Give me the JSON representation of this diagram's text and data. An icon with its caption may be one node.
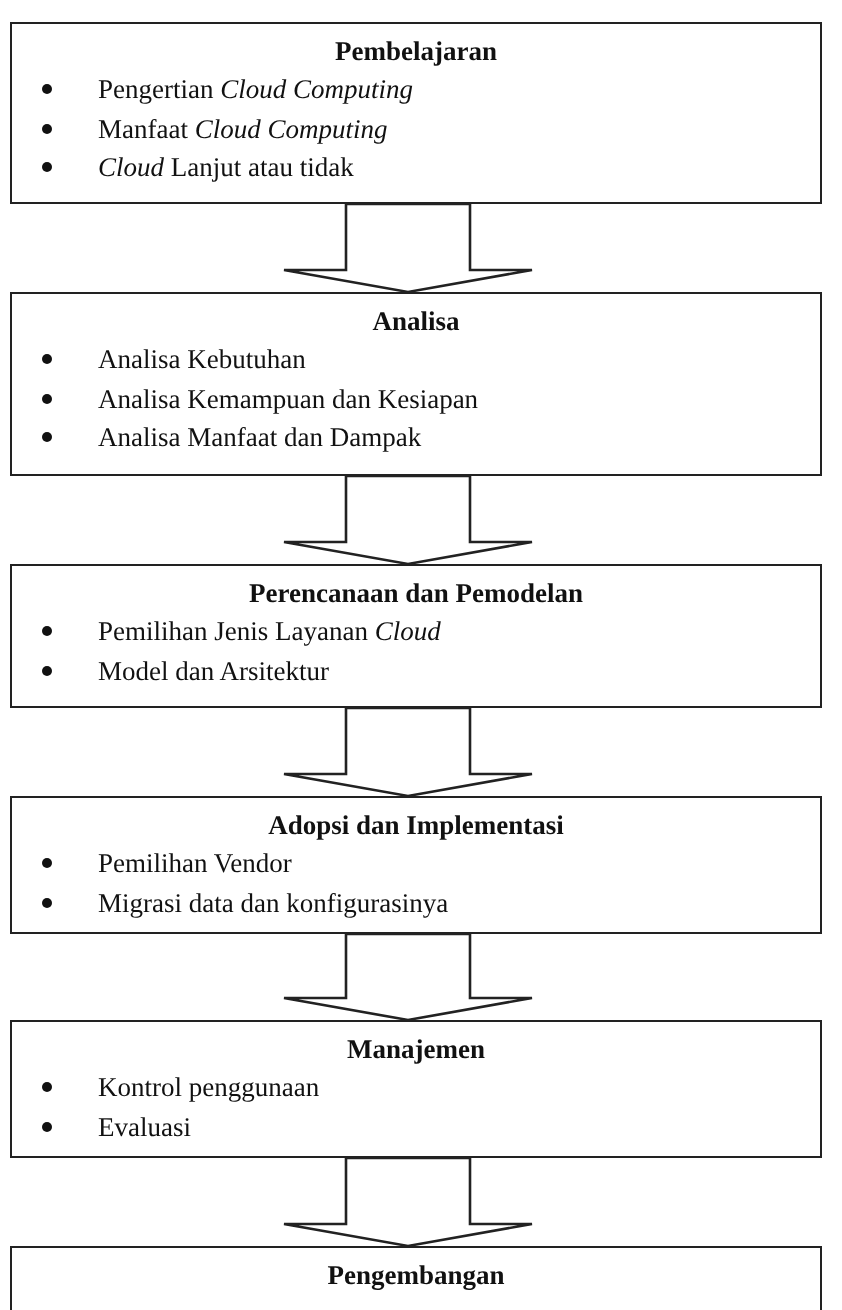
{
  "diagram": {
    "nodes": [
      {
        "text": [
          "Pembelajaran",
          "Pengertian *Cloud Computing*",
          "Manfaat *Cloud Computing*",
          "*Cloud* Lanjut atau tidak"
        ]
      },
      {
        "text": [
          "Analisa",
          "Analisa Kebutuhan",
          "Analisa Kemampuan dan Kesiapan",
          "Analisa Manfaat dan Dampak"
        ]
      },
      {
        "text": [
          "Perencanaan dan Pemodelan",
          "Pemilihan Jenis Layanan *Cloud*",
          "Model dan Arsitektur"
        ]
      },
      {
        "text": [
          "Adopsi dan Implementasi",
          "Pemilihan Vendor",
          "Migrasi data dan konfigurasinya"
        ]
      },
      {
        "text": [
          "Manajemen",
          "Kontrol penggunaan",
          "Evaluasi"
        ]
      },
      {
        "text": [
          "Pengembangan"
        ]
      }
    ],
    "edges": [
      {
        "from": 0,
        "to": 1,
        "arrow": "to"
      },
      {
        "from": 1,
        "to": 2,
        "arrow": "to"
      },
      {
        "from": 2,
        "to": 3,
        "arrow": "to"
      },
      {
        "from": 3,
        "to": 4,
        "arrow": "to"
      },
      {
        "from": 4,
        "to": 5,
        "arrow": "to"
      }
    ]
  }
}
